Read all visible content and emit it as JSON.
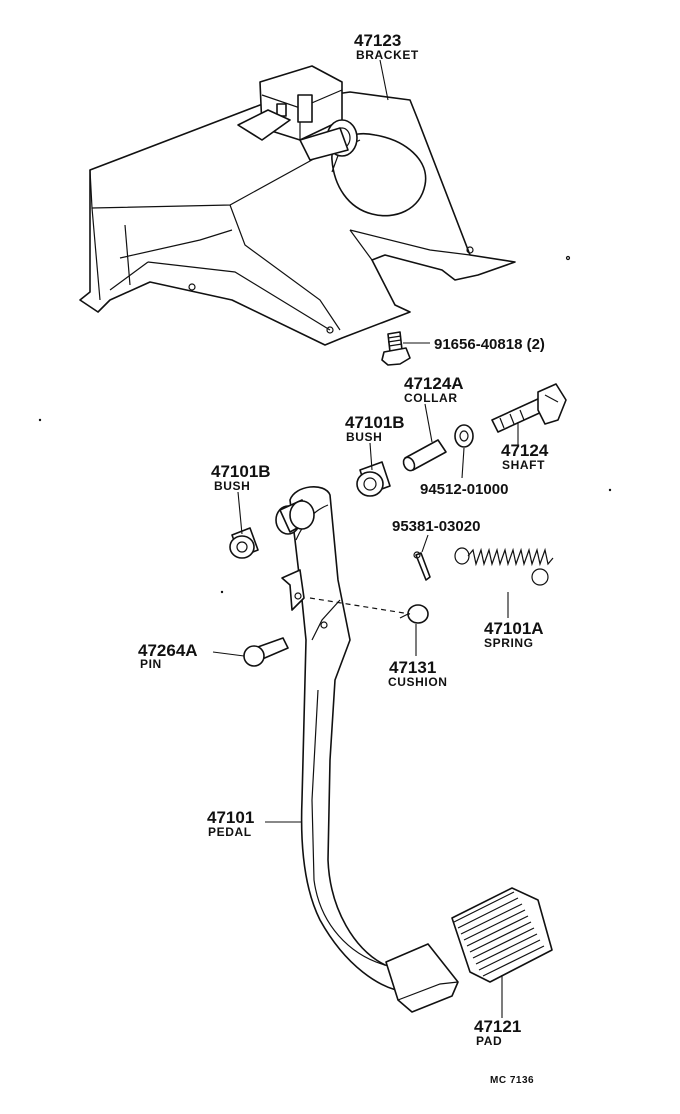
{
  "parts": [
    {
      "id": "bracket",
      "number": "47123",
      "name": "BRACKET"
    },
    {
      "id": "bolt",
      "number": "91656-40818 (2)"
    },
    {
      "id": "collar",
      "number": "47124A",
      "name": "COLLAR"
    },
    {
      "id": "bush_upper",
      "number": "47101B",
      "name": "BUSH"
    },
    {
      "id": "shaft",
      "number": "47124",
      "name": "SHAFT"
    },
    {
      "id": "washer",
      "number": "94512-01000"
    },
    {
      "id": "bush_left",
      "number": "47101B",
      "name": "BUSH"
    },
    {
      "id": "cotter_pin",
      "number": "95381-03020"
    },
    {
      "id": "spring",
      "number": "47101A",
      "name": "SPRING"
    },
    {
      "id": "pin",
      "number": "47264A",
      "name": "PIN"
    },
    {
      "id": "cushion",
      "number": "47131",
      "name": "CUSHION"
    },
    {
      "id": "pedal",
      "number": "47101",
      "name": "PEDAL"
    },
    {
      "id": "pad",
      "number": "47121",
      "name": "PAD"
    }
  ],
  "drawing_code": "MC 7136"
}
